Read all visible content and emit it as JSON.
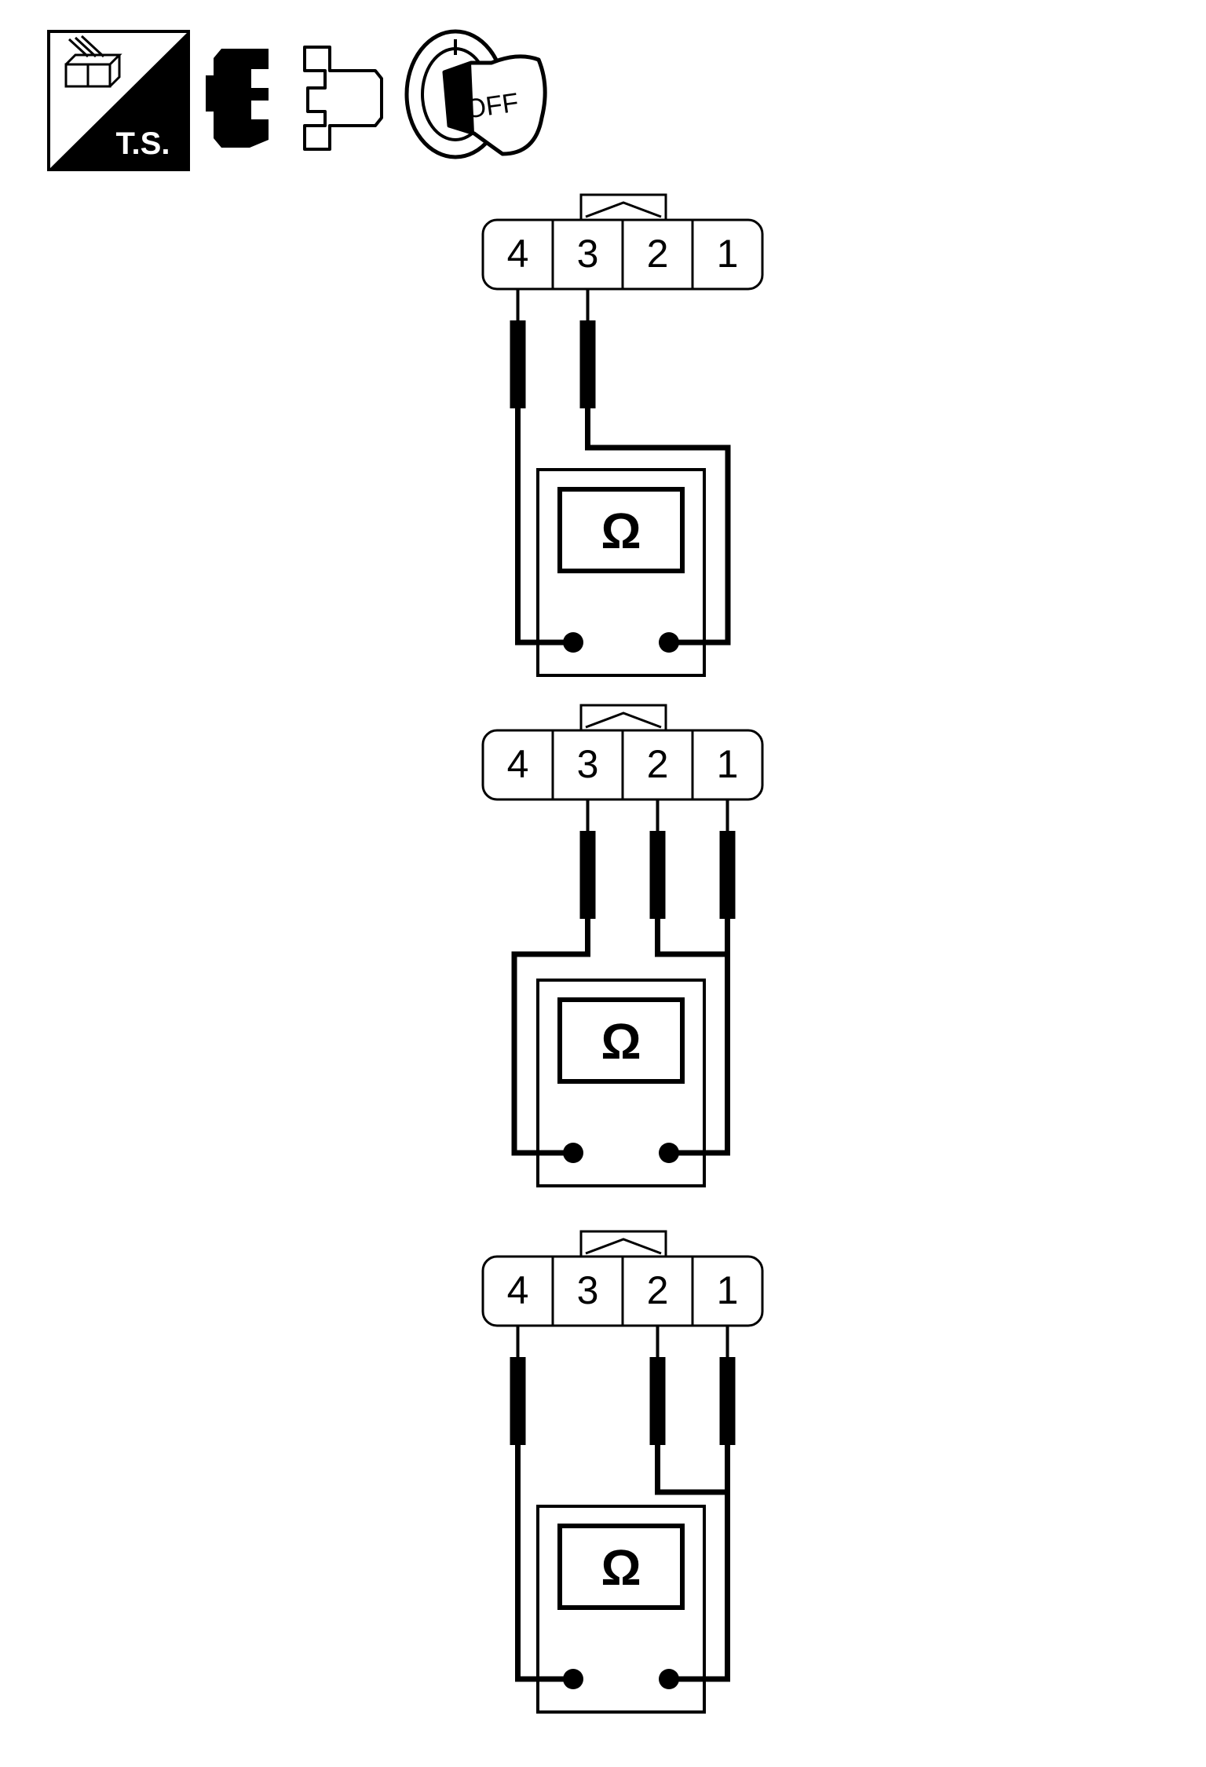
{
  "header": {
    "ts_badge_label": "T.S.",
    "ignition_key_label": "OFF",
    "icons": [
      "trouble-shooting-badge-icon",
      "connector-disconnect-icon",
      "ignition-key-off-icon"
    ]
  },
  "symbols": {
    "ohm": "Ω"
  },
  "colors": {
    "ink": "#000000",
    "paper": "#ffffff"
  },
  "diagrams": [
    {
      "pins": [
        "4",
        "3",
        "2",
        "1"
      ],
      "meter_label": "Ω",
      "left_probe_pins": [
        "4"
      ],
      "right_probe_pins": [
        "3"
      ]
    },
    {
      "pins": [
        "4",
        "3",
        "2",
        "1"
      ],
      "meter_label": "Ω",
      "left_probe_pins": [
        "3"
      ],
      "right_probe_pins": [
        "2",
        "1"
      ]
    },
    {
      "pins": [
        "4",
        "3",
        "2",
        "1"
      ],
      "meter_label": "Ω",
      "left_probe_pins": [
        "4"
      ],
      "right_probe_pins": [
        "2",
        "1"
      ]
    }
  ]
}
